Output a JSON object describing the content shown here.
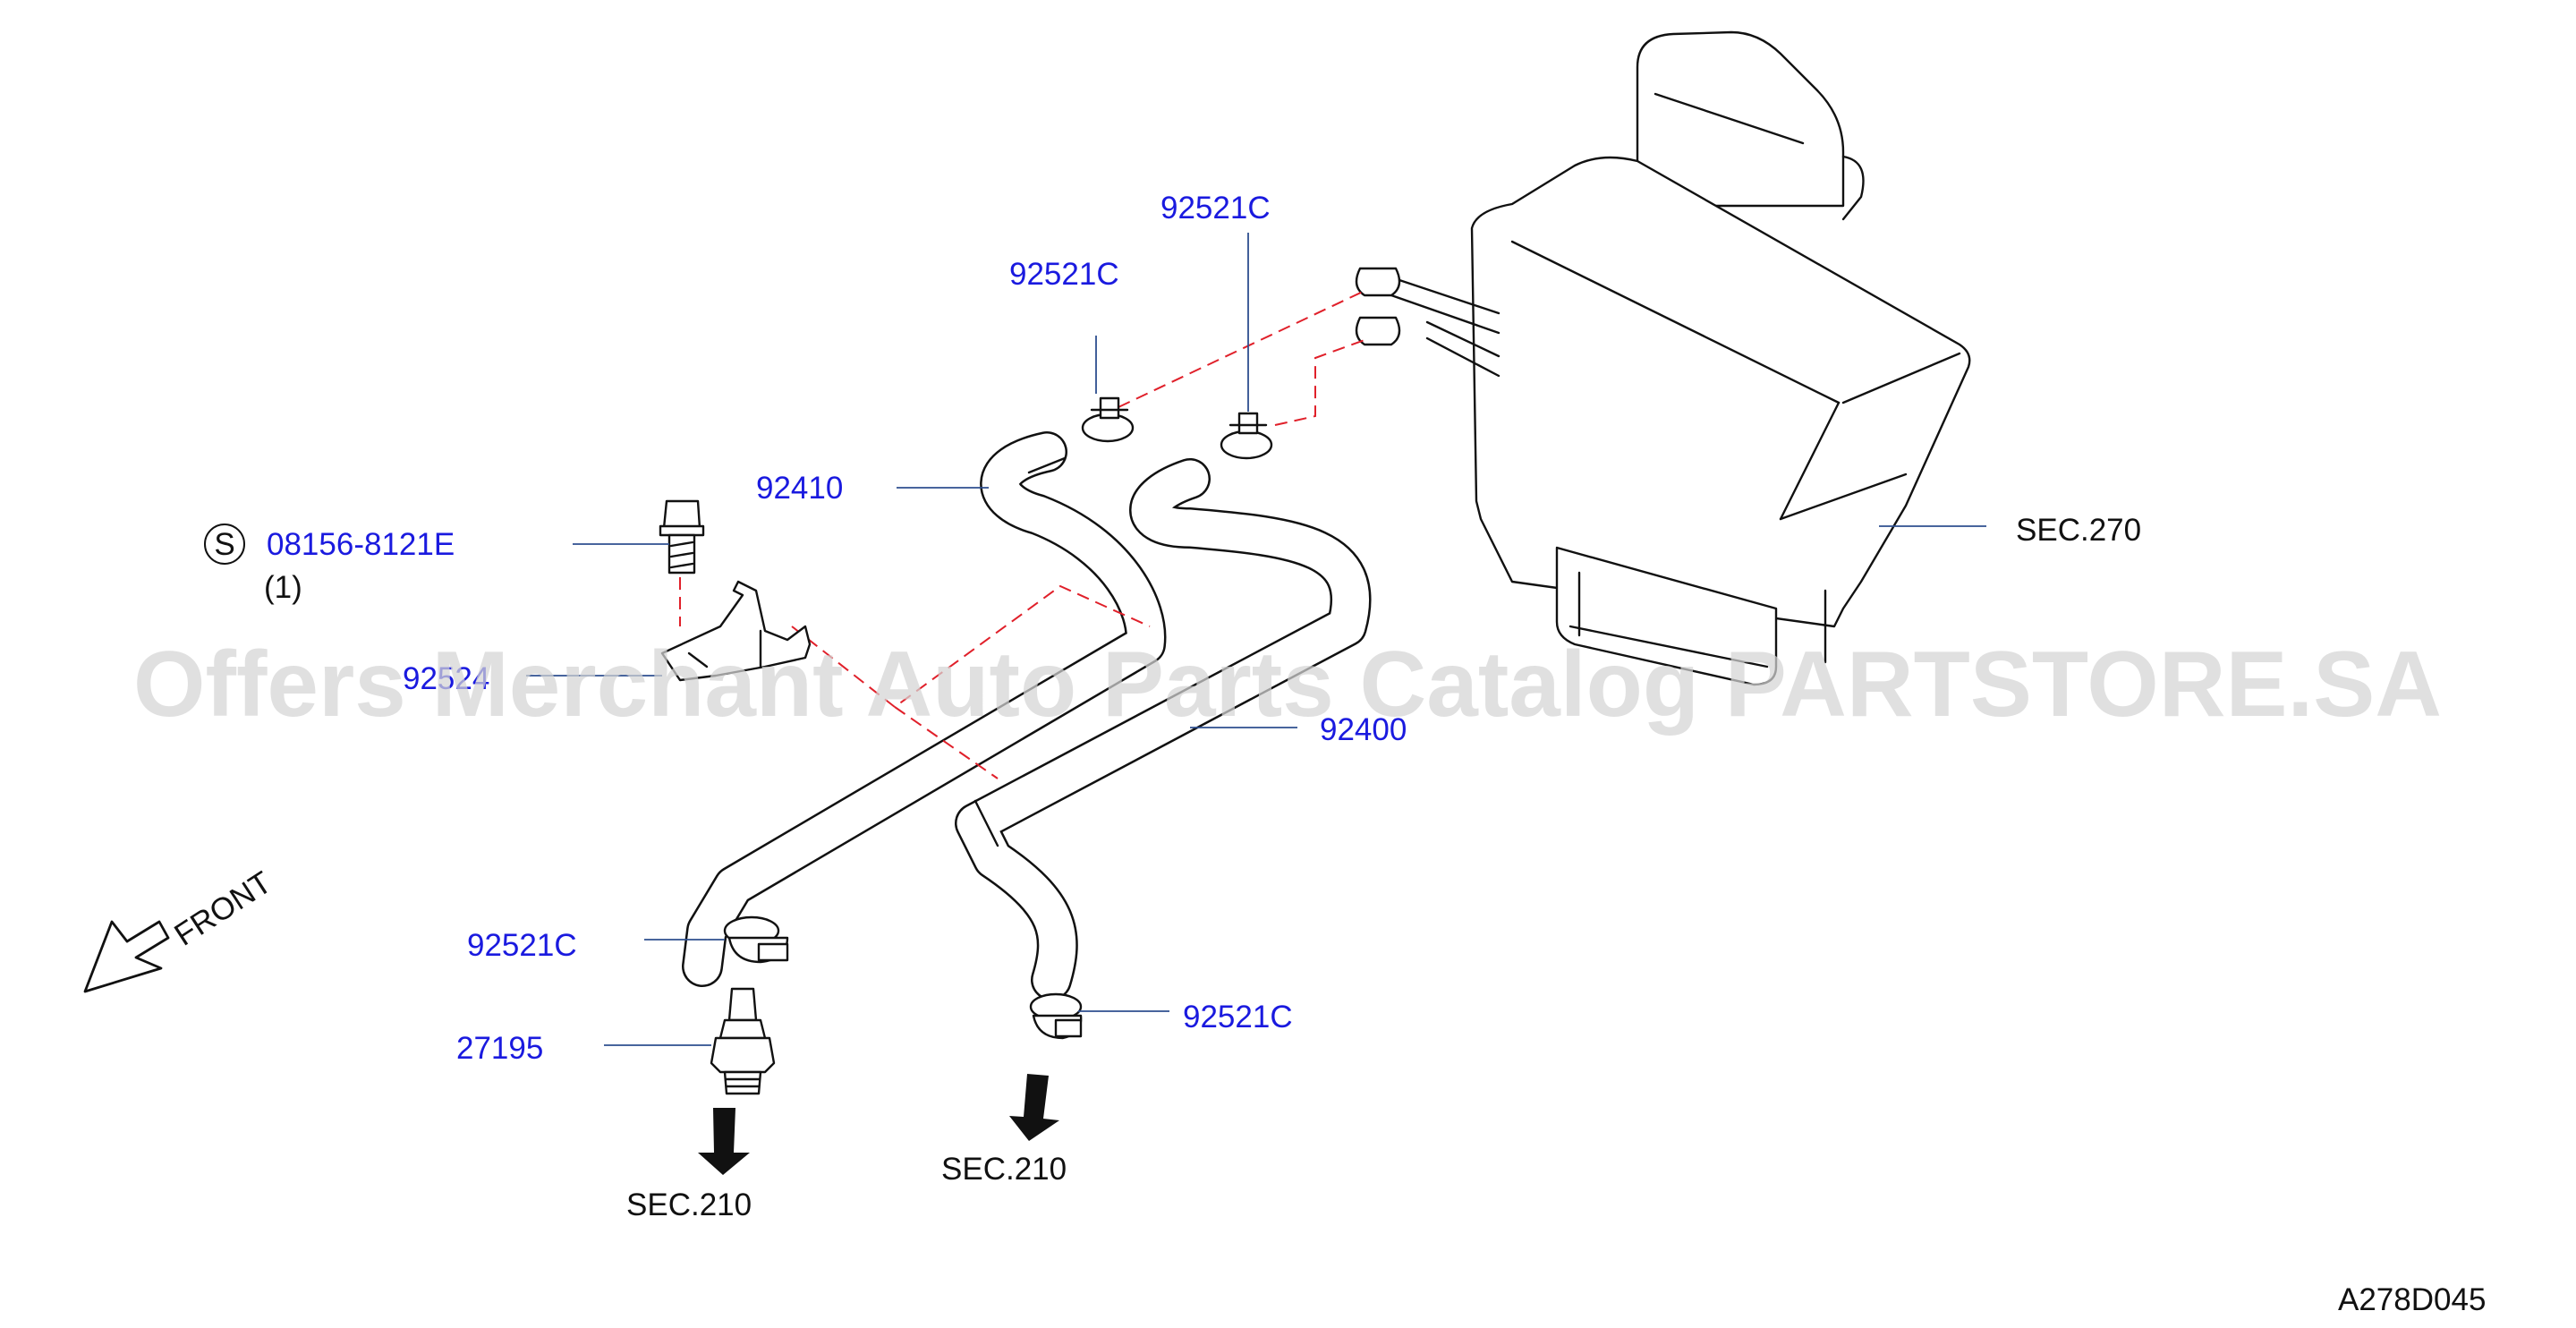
{
  "diagram_id": "A278D045",
  "watermark": "Offers Merchant Auto Parts Catalog PARTSTORE.SA",
  "front_label": "FRONT",
  "symbol_s": "S",
  "labels": {
    "clamp_upper_left": "92521C",
    "clamp_upper_right": "92521C",
    "hose_92410": "92410",
    "bolt": "08156-8121E",
    "bolt_qty": "(1)",
    "bracket": "92524",
    "hose_92400": "92400",
    "clamp_lower_left": "92521C",
    "valve": "27195",
    "clamp_lower_right": "92521C",
    "sec_270": "SEC.270",
    "sec_210_left": "SEC.210",
    "sec_210_right": "SEC.210"
  },
  "colors": {
    "part_label": "#1a1adf",
    "reference_label": "#111111",
    "leader": "#2e4f8f",
    "dashed_guide": "#e0202a",
    "watermark": "#d4d4d4"
  }
}
